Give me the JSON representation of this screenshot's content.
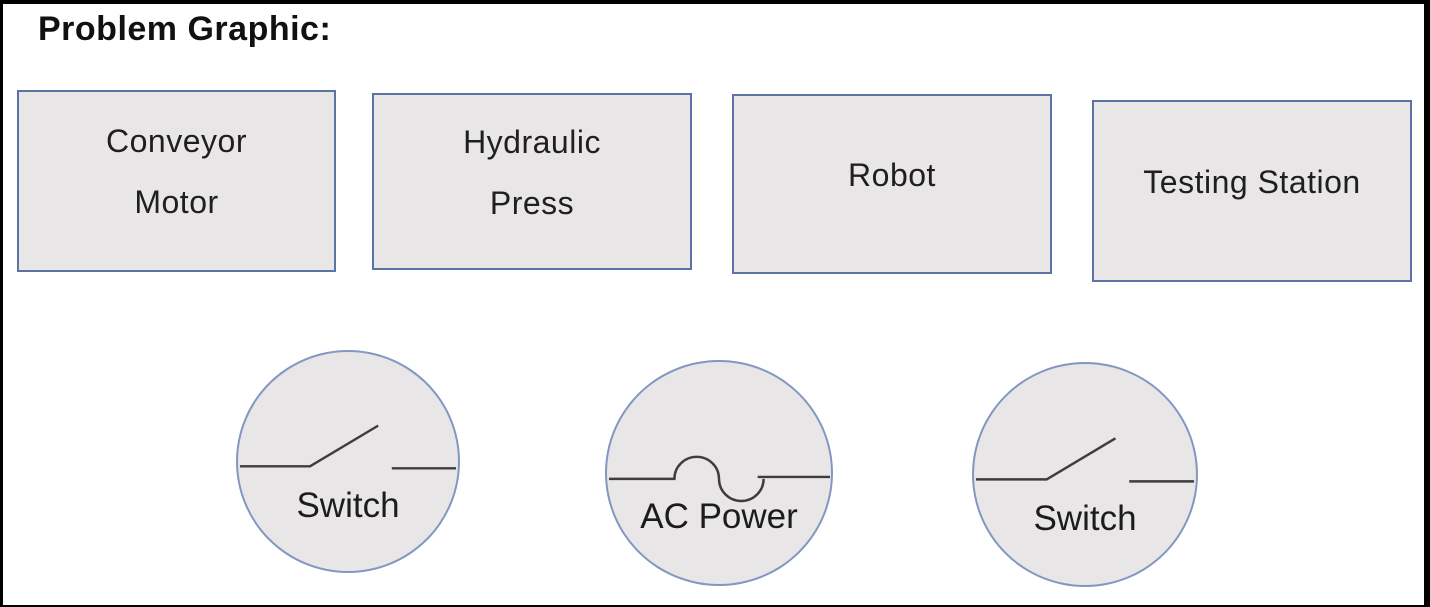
{
  "page": {
    "title": "Problem Graphic:"
  },
  "colors": {
    "shape_fill": "#e8e6e6",
    "box_border": "#5b74a3",
    "circle_border": "#8397c2",
    "outer_border": "#000000",
    "symbol_line": "#3d3d3d",
    "text": "#1f1f1f"
  },
  "boxes": [
    {
      "id": "conveyor-motor",
      "label": "Conveyor\nMotor"
    },
    {
      "id": "hydraulic-press",
      "label": "Hydraulic\nPress"
    },
    {
      "id": "robot",
      "label": "Robot"
    },
    {
      "id": "testing-station",
      "label": "Testing Station"
    }
  ],
  "circles": [
    {
      "id": "switch-left",
      "label": "Switch",
      "symbol": "open-switch-icon"
    },
    {
      "id": "ac-power",
      "label": "AC Power",
      "symbol": "ac-sine-wave-icon"
    },
    {
      "id": "switch-right",
      "label": "Switch",
      "symbol": "open-switch-icon"
    }
  ]
}
